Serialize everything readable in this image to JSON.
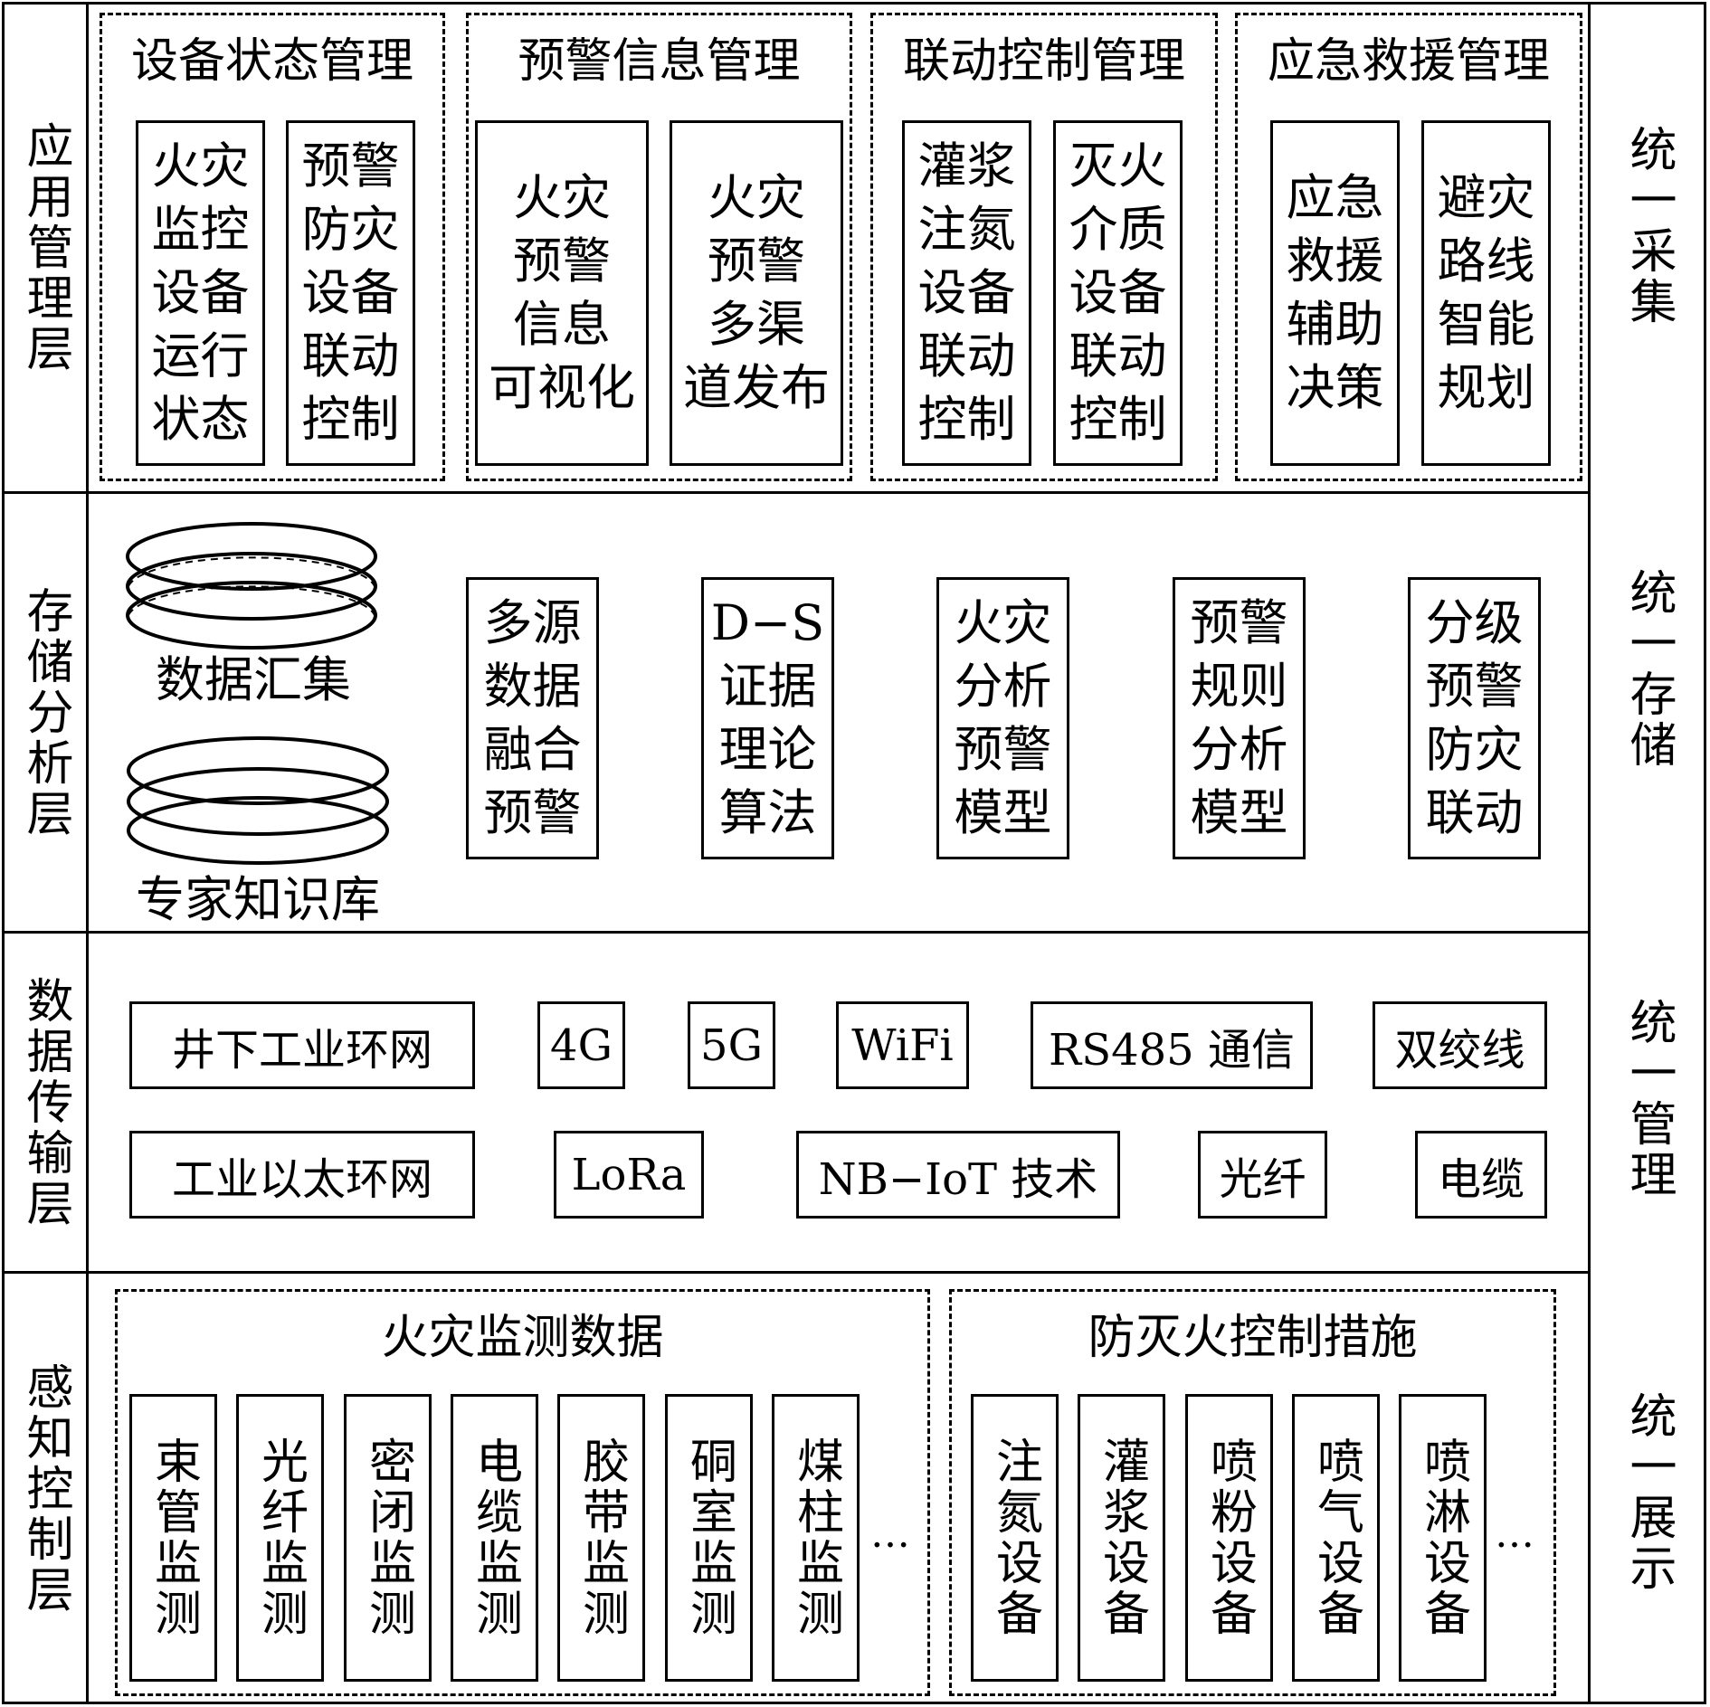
{
  "layers": {
    "app": "应用管理层",
    "storage": "存储分析层",
    "transmission": "数据传输层",
    "perception": "感知控制层"
  },
  "right_labels": [
    "统一采集",
    "统一存储",
    "统一管理",
    "统一展示"
  ],
  "app_groups": [
    {
      "title": "设备状态管理",
      "items": [
        [
          "火灾",
          "监控",
          "设备",
          "运行",
          "状态"
        ],
        [
          "预警",
          "防灾",
          "设备",
          "联动",
          "控制"
        ]
      ]
    },
    {
      "title": "预警信息管理",
      "items": [
        [
          "火灾",
          "预警",
          "信息",
          "可视化"
        ],
        [
          "火灾",
          "预警",
          "多渠",
          "道发布"
        ]
      ]
    },
    {
      "title": "联动控制管理",
      "items": [
        [
          "灌浆",
          "注氮",
          "设备",
          "联动",
          "控制"
        ],
        [
          "灭火",
          "介质",
          "设备",
          "联动",
          "控制"
        ]
      ]
    },
    {
      "title": "应急救援管理",
      "items": [
        [
          "应急",
          "救援",
          "辅助",
          "决策"
        ],
        [
          "避灾",
          "路线",
          "智能",
          "规划"
        ]
      ]
    }
  ],
  "storage": {
    "db1": "数据汇集",
    "db2": "专家知识库",
    "items": [
      [
        "多源",
        "数据",
        "融合",
        "预警"
      ],
      [
        "D−S",
        "证据",
        "理论",
        "算法"
      ],
      [
        "火灾",
        "分析",
        "预警",
        "模型"
      ],
      [
        "预警",
        "规则",
        "分析",
        "模型"
      ],
      [
        "分级",
        "预警",
        "防灾",
        "联动"
      ]
    ]
  },
  "transmission": {
    "row1": [
      "井下工业环网",
      "4G",
      "5G",
      "WiFi",
      "RS485 通信",
      "双绞线"
    ],
    "row2": [
      "工业以太环网",
      "LoRa",
      "NB−IoT 技术",
      "光纤",
      "电缆"
    ]
  },
  "perception": {
    "monitor_title": "火灾监测数据",
    "control_title": "防灭火控制措施",
    "monitor_items": [
      "束管监测",
      "光纤监测",
      "密闭监测",
      "电缆监测",
      "胶带监测",
      "硐室监测",
      "煤柱监测"
    ],
    "control_items": [
      "注氮设备",
      "灌浆设备",
      "喷粉设备",
      "喷气设备",
      "喷淋设备"
    ],
    "ellipsis": "…"
  }
}
